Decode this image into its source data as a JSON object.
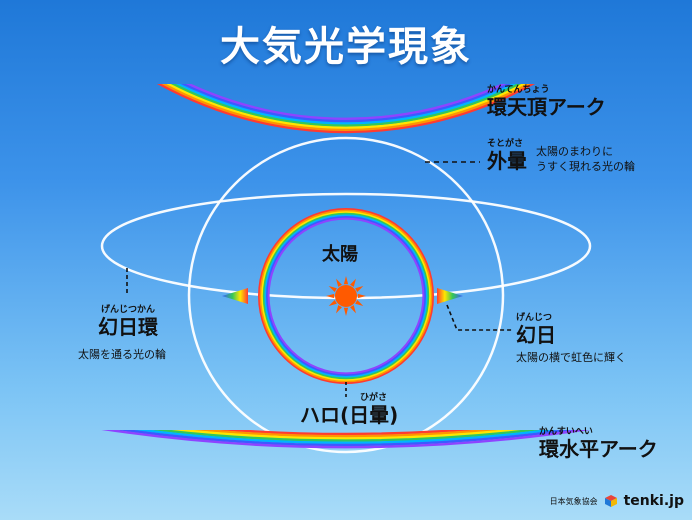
{
  "title": "大気光学現象",
  "sun": {
    "label": "太陽"
  },
  "labels": {
    "circumzenithal": {
      "ruby": "かんてんちょう",
      "name": "環天頂アーク"
    },
    "outer_halo": {
      "ruby": "そとがさ",
      "name": "外暈",
      "desc_lines": [
        "太陽のまわりに",
        "うすく現れる光の輪"
      ]
    },
    "parhelic_circle": {
      "ruby": "げんじつかん",
      "name": "幻日環",
      "desc": "太陽を通る光の輪"
    },
    "sundog": {
      "ruby": "げんじつ",
      "name": "幻日",
      "desc": "太陽の横で虹色に輝く"
    },
    "halo": {
      "ruby": "ひがさ",
      "name": "ハロ(日暈)"
    },
    "circumhorizontal": {
      "ruby": "かんすいへい",
      "name": "環水平アーク"
    }
  },
  "credit": {
    "org": "日本気象協会",
    "brand": "tenki.jp"
  },
  "colors": {
    "sky_top": "#1f78d8",
    "sky_bottom": "#a9dcf8",
    "sun": "#ff5a00",
    "rainbow": [
      "#ff3b30",
      "#ff9500",
      "#ffe600",
      "#34c759",
      "#00b4ff",
      "#3a5bff",
      "#8e44ff"
    ]
  }
}
